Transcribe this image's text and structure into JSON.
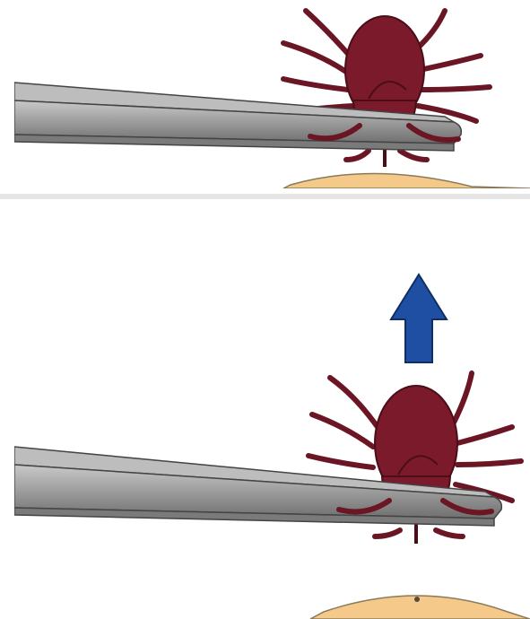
{
  "figure": {
    "panels": [
      {
        "name": "tweezers-grasp-tick",
        "tick_body_color": "#7a1a2a",
        "tick_leg_color": "#6b1624",
        "tweezer_color": "#9a9a9a",
        "skin_color": "#f5c98a"
      },
      {
        "name": "tweezers-pull-tick-up",
        "arrow_color": "#1f4fa3",
        "arrow_direction": "up",
        "tick_body_color": "#7a1a2a",
        "tick_leg_color": "#6b1624",
        "tweezer_color": "#9a9a9a",
        "skin_color": "#f5c98a"
      }
    ]
  }
}
